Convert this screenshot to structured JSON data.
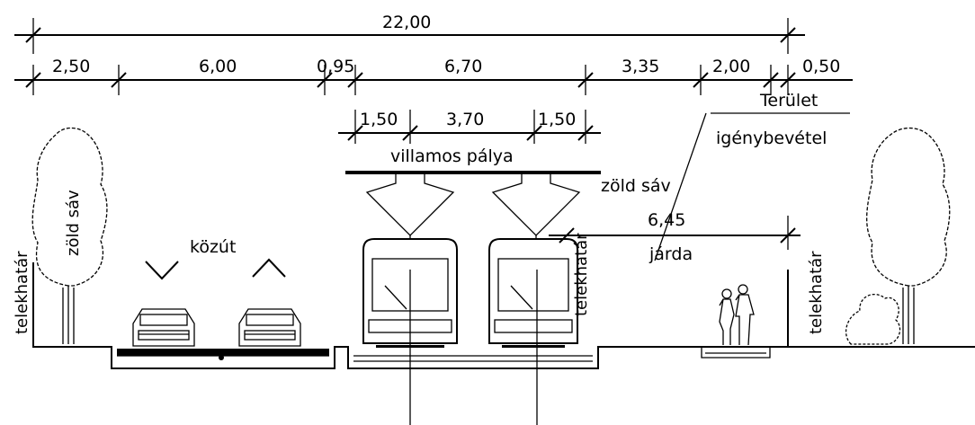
{
  "dimensions": {
    "total": "22,00",
    "segments": [
      "2,50",
      "6,00",
      "0,95",
      "6,70",
      "3,35",
      "2,00",
      "0,50"
    ],
    "tram_sub": [
      "1,50",
      "3,70",
      "1,50"
    ],
    "sidewalk_width": "6,45"
  },
  "labels": {
    "villamos_palya": "villamos pálya",
    "kozut": "közút",
    "zold_sav_left": "zöld sáv",
    "zold_sav_right": "zöld sáv",
    "jarda": "járda",
    "terulet_line1": "Terület",
    "terulet_line2": "igénybevétel",
    "telekhatar_left": "telekhatár",
    "telekhatar_mid": "telekhatár",
    "telekhatar_right": "telekhatár"
  }
}
